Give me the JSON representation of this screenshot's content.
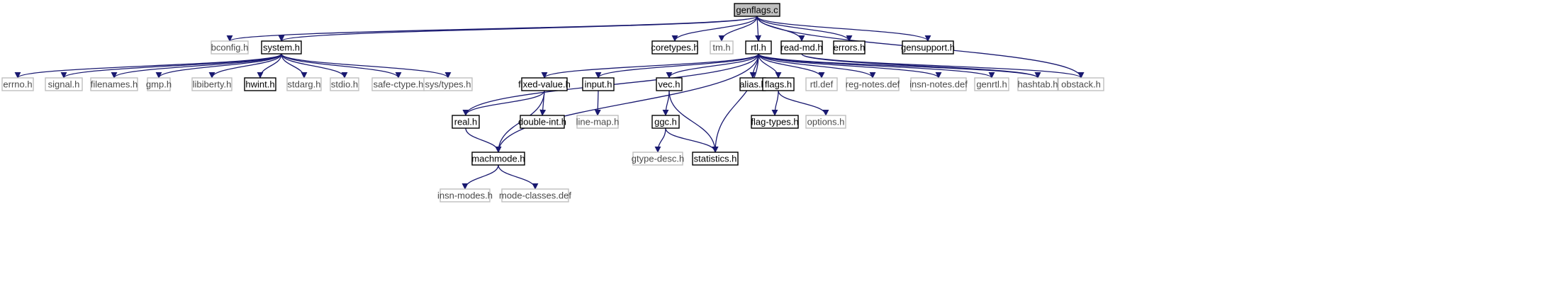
{
  "colors": {
    "edge": "#191970",
    "root_fill": "#bfbfbf",
    "gray_border": "#bfbfbf",
    "black_border": "#000000"
  },
  "nodes": {
    "genflags": {
      "label": "genflags.c",
      "style": "root"
    },
    "bconfig": {
      "label": "bconfig.h",
      "style": "gray"
    },
    "system": {
      "label": "system.h",
      "style": "black"
    },
    "coretypes": {
      "label": "coretypes.h",
      "style": "black"
    },
    "tm": {
      "label": "tm.h",
      "style": "gray"
    },
    "rtl": {
      "label": "rtl.h",
      "style": "black"
    },
    "read_md": {
      "label": "read-md.h",
      "style": "black"
    },
    "errors": {
      "label": "errors.h",
      "style": "black"
    },
    "gensupport": {
      "label": "gensupport.h",
      "style": "black"
    },
    "errno": {
      "label": "errno.h",
      "style": "gray"
    },
    "signal": {
      "label": "signal.h",
      "style": "gray"
    },
    "filenames": {
      "label": "filenames.h",
      "style": "gray"
    },
    "gmp": {
      "label": "gmp.h",
      "style": "gray"
    },
    "libiberty": {
      "label": "libiberty.h",
      "style": "gray"
    },
    "hwint": {
      "label": "hwint.h",
      "style": "black"
    },
    "stdarg": {
      "label": "stdarg.h",
      "style": "gray"
    },
    "stdio": {
      "label": "stdio.h",
      "style": "gray"
    },
    "safe_ctype": {
      "label": "safe-ctype.h",
      "style": "gray"
    },
    "sys_types": {
      "label": "sys/types.h",
      "style": "gray"
    },
    "fixed_value": {
      "label": "fixed-value.h",
      "style": "black"
    },
    "input": {
      "label": "input.h",
      "style": "black"
    },
    "vec": {
      "label": "vec.h",
      "style": "black"
    },
    "alias": {
      "label": "alias.h",
      "style": "black"
    },
    "flags": {
      "label": "flags.h",
      "style": "black"
    },
    "rtl_def": {
      "label": "rtl.def",
      "style": "gray"
    },
    "reg_notes": {
      "label": "reg-notes.def",
      "style": "gray"
    },
    "insn_notes": {
      "label": "insn-notes.def",
      "style": "gray"
    },
    "genrtl": {
      "label": "genrtl.h",
      "style": "gray"
    },
    "hashtab": {
      "label": "hashtab.h",
      "style": "gray"
    },
    "obstack": {
      "label": "obstack.h",
      "style": "gray"
    },
    "real": {
      "label": "real.h",
      "style": "black"
    },
    "double_int": {
      "label": "double-int.h",
      "style": "black"
    },
    "line_map": {
      "label": "line-map.h",
      "style": "gray"
    },
    "ggc": {
      "label": "ggc.h",
      "style": "black"
    },
    "flag_types": {
      "label": "flag-types.h",
      "style": "black"
    },
    "options": {
      "label": "options.h",
      "style": "gray"
    },
    "machmode": {
      "label": "machmode.h",
      "style": "black"
    },
    "gtype_desc": {
      "label": "gtype-desc.h",
      "style": "gray"
    },
    "statistics": {
      "label": "statistics.h",
      "style": "black"
    },
    "insn_modes": {
      "label": "insn-modes.h",
      "style": "gray"
    },
    "mode_classes": {
      "label": "mode-classes.def",
      "style": "gray"
    }
  },
  "edges": [
    [
      "genflags",
      "bconfig"
    ],
    [
      "genflags",
      "system"
    ],
    [
      "genflags",
      "coretypes"
    ],
    [
      "genflags",
      "tm"
    ],
    [
      "genflags",
      "rtl"
    ],
    [
      "genflags",
      "read_md"
    ],
    [
      "genflags",
      "errors"
    ],
    [
      "genflags",
      "gensupport"
    ],
    [
      "genflags",
      "obstack"
    ],
    [
      "system",
      "errno"
    ],
    [
      "system",
      "signal"
    ],
    [
      "system",
      "filenames"
    ],
    [
      "system",
      "gmp"
    ],
    [
      "system",
      "libiberty"
    ],
    [
      "system",
      "hwint"
    ],
    [
      "system",
      "stdarg"
    ],
    [
      "system",
      "stdio"
    ],
    [
      "system",
      "safe_ctype"
    ],
    [
      "system",
      "sys_types"
    ],
    [
      "rtl",
      "real"
    ],
    [
      "rtl",
      "fixed_value"
    ],
    [
      "rtl",
      "input"
    ],
    [
      "rtl",
      "vec"
    ],
    [
      "rtl",
      "alias"
    ],
    [
      "rtl",
      "flags"
    ],
    [
      "rtl",
      "rtl_def"
    ],
    [
      "rtl",
      "reg_notes"
    ],
    [
      "rtl",
      "insn_notes"
    ],
    [
      "rtl",
      "genrtl"
    ],
    [
      "rtl",
      "hashtab"
    ],
    [
      "rtl",
      "machmode"
    ],
    [
      "rtl",
      "statistics"
    ],
    [
      "read_md",
      "hashtab"
    ],
    [
      "read_md",
      "obstack"
    ],
    [
      "fixed_value",
      "real"
    ],
    [
      "fixed_value",
      "double_int"
    ],
    [
      "fixed_value",
      "machmode"
    ],
    [
      "real",
      "machmode"
    ],
    [
      "input",
      "line_map"
    ],
    [
      "vec",
      "ggc"
    ],
    [
      "vec",
      "statistics"
    ],
    [
      "ggc",
      "gtype_desc"
    ],
    [
      "ggc",
      "statistics"
    ],
    [
      "flags",
      "flag_types"
    ],
    [
      "flags",
      "options"
    ],
    [
      "machmode",
      "insn_modes"
    ],
    [
      "machmode",
      "mode_classes"
    ]
  ]
}
